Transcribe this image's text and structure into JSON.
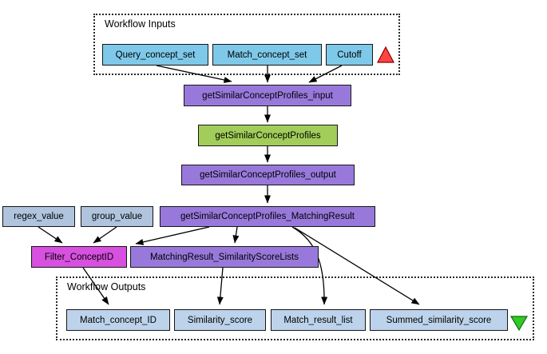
{
  "inputs_group": {
    "title": "Workflow Inputs",
    "ports": [
      "Query_concept_set",
      "Match_concept_set",
      "Cutoff"
    ]
  },
  "outputs_group": {
    "title": "Workflow Outputs",
    "ports": [
      "Match_concept_ID",
      "Similarity_score",
      "Match_result_list",
      "Summed_similarity_score"
    ]
  },
  "nodes": {
    "input_builder": "getSimilarConceptProfiles_input",
    "service": "getSimilarConceptProfiles",
    "output_parser": "getSimilarConceptProfiles_output",
    "matching_result": "getSimilarConceptProfiles_MatchingResult",
    "regex_value": "regex_value",
    "group_value": "group_value",
    "filter": "Filter_ConceptID",
    "score_lists": "MatchingResult_SimilarityScoreLists"
  },
  "edges": [
    {
      "from": "Query_concept_set",
      "to": "getSimilarConceptProfiles_input"
    },
    {
      "from": "Match_concept_set",
      "to": "getSimilarConceptProfiles_input"
    },
    {
      "from": "Cutoff",
      "to": "getSimilarConceptProfiles_input"
    },
    {
      "from": "getSimilarConceptProfiles_input",
      "to": "getSimilarConceptProfiles"
    },
    {
      "from": "getSimilarConceptProfiles",
      "to": "getSimilarConceptProfiles_output"
    },
    {
      "from": "getSimilarConceptProfiles_output",
      "to": "getSimilarConceptProfiles_MatchingResult"
    },
    {
      "from": "regex_value",
      "to": "Filter_ConceptID"
    },
    {
      "from": "group_value",
      "to": "Filter_ConceptID"
    },
    {
      "from": "getSimilarConceptProfiles_MatchingResult",
      "to": "Filter_ConceptID"
    },
    {
      "from": "getSimilarConceptProfiles_MatchingResult",
      "to": "MatchingResult_SimilarityScoreLists"
    },
    {
      "from": "getSimilarConceptProfiles_MatchingResult",
      "to": "Match_result_list"
    },
    {
      "from": "getSimilarConceptProfiles_MatchingResult",
      "to": "Summed_similarity_score"
    },
    {
      "from": "Filter_ConceptID",
      "to": "Match_concept_ID"
    },
    {
      "from": "MatchingResult_SimilarityScoreLists",
      "to": "Similarity_score"
    }
  ],
  "colors": {
    "workflow_input_port": "#7EC9E9",
    "workflow_output_port": "#BDD3EC",
    "constant_value": "#B0C4DE",
    "processor": "#9879DB",
    "service": "#A2CD5A",
    "filter": "#D750DF",
    "input_marker": "#FF4343",
    "output_marker": "#2FCC23",
    "edge": "#000000"
  }
}
